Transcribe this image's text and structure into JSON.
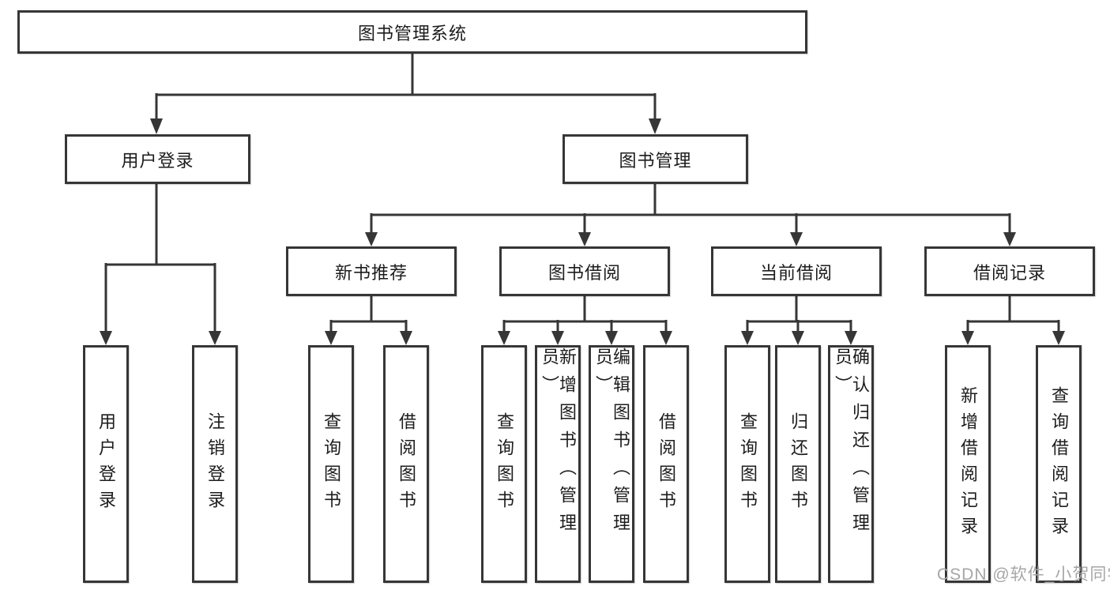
{
  "colors": {
    "line": "#363636",
    "text": "#1c1c1c",
    "background": "#ffffff",
    "watermark": "#a6a6a6"
  },
  "watermark": "CSDN @软件_小贺同学",
  "diagram": {
    "type": "functional-structure-tree",
    "root": {
      "label": "图书管理系统"
    },
    "branches": [
      {
        "label": "用户登录",
        "children": [
          {
            "label": "用户登录"
          },
          {
            "label": "注销登录"
          }
        ]
      },
      {
        "label": "图书管理",
        "children": [
          {
            "label": "新书推荐",
            "children": [
              {
                "label": "查询图书"
              },
              {
                "label": "借阅图书"
              }
            ]
          },
          {
            "label": "图书借阅",
            "children": [
              {
                "label": "查询图书"
              },
              {
                "label": "新增图书（管理员）"
              },
              {
                "label": "编辑图书（管理员）"
              },
              {
                "label": "借阅图书"
              }
            ]
          },
          {
            "label": "当前借阅",
            "children": [
              {
                "label": "查询图书"
              },
              {
                "label": "归还图书"
              },
              {
                "label": "确认归还（管理员）"
              }
            ]
          },
          {
            "label": "借阅记录",
            "children": [
              {
                "label": "新增借阅记录"
              },
              {
                "label": "查询借阅记录"
              }
            ]
          }
        ]
      }
    ]
  }
}
